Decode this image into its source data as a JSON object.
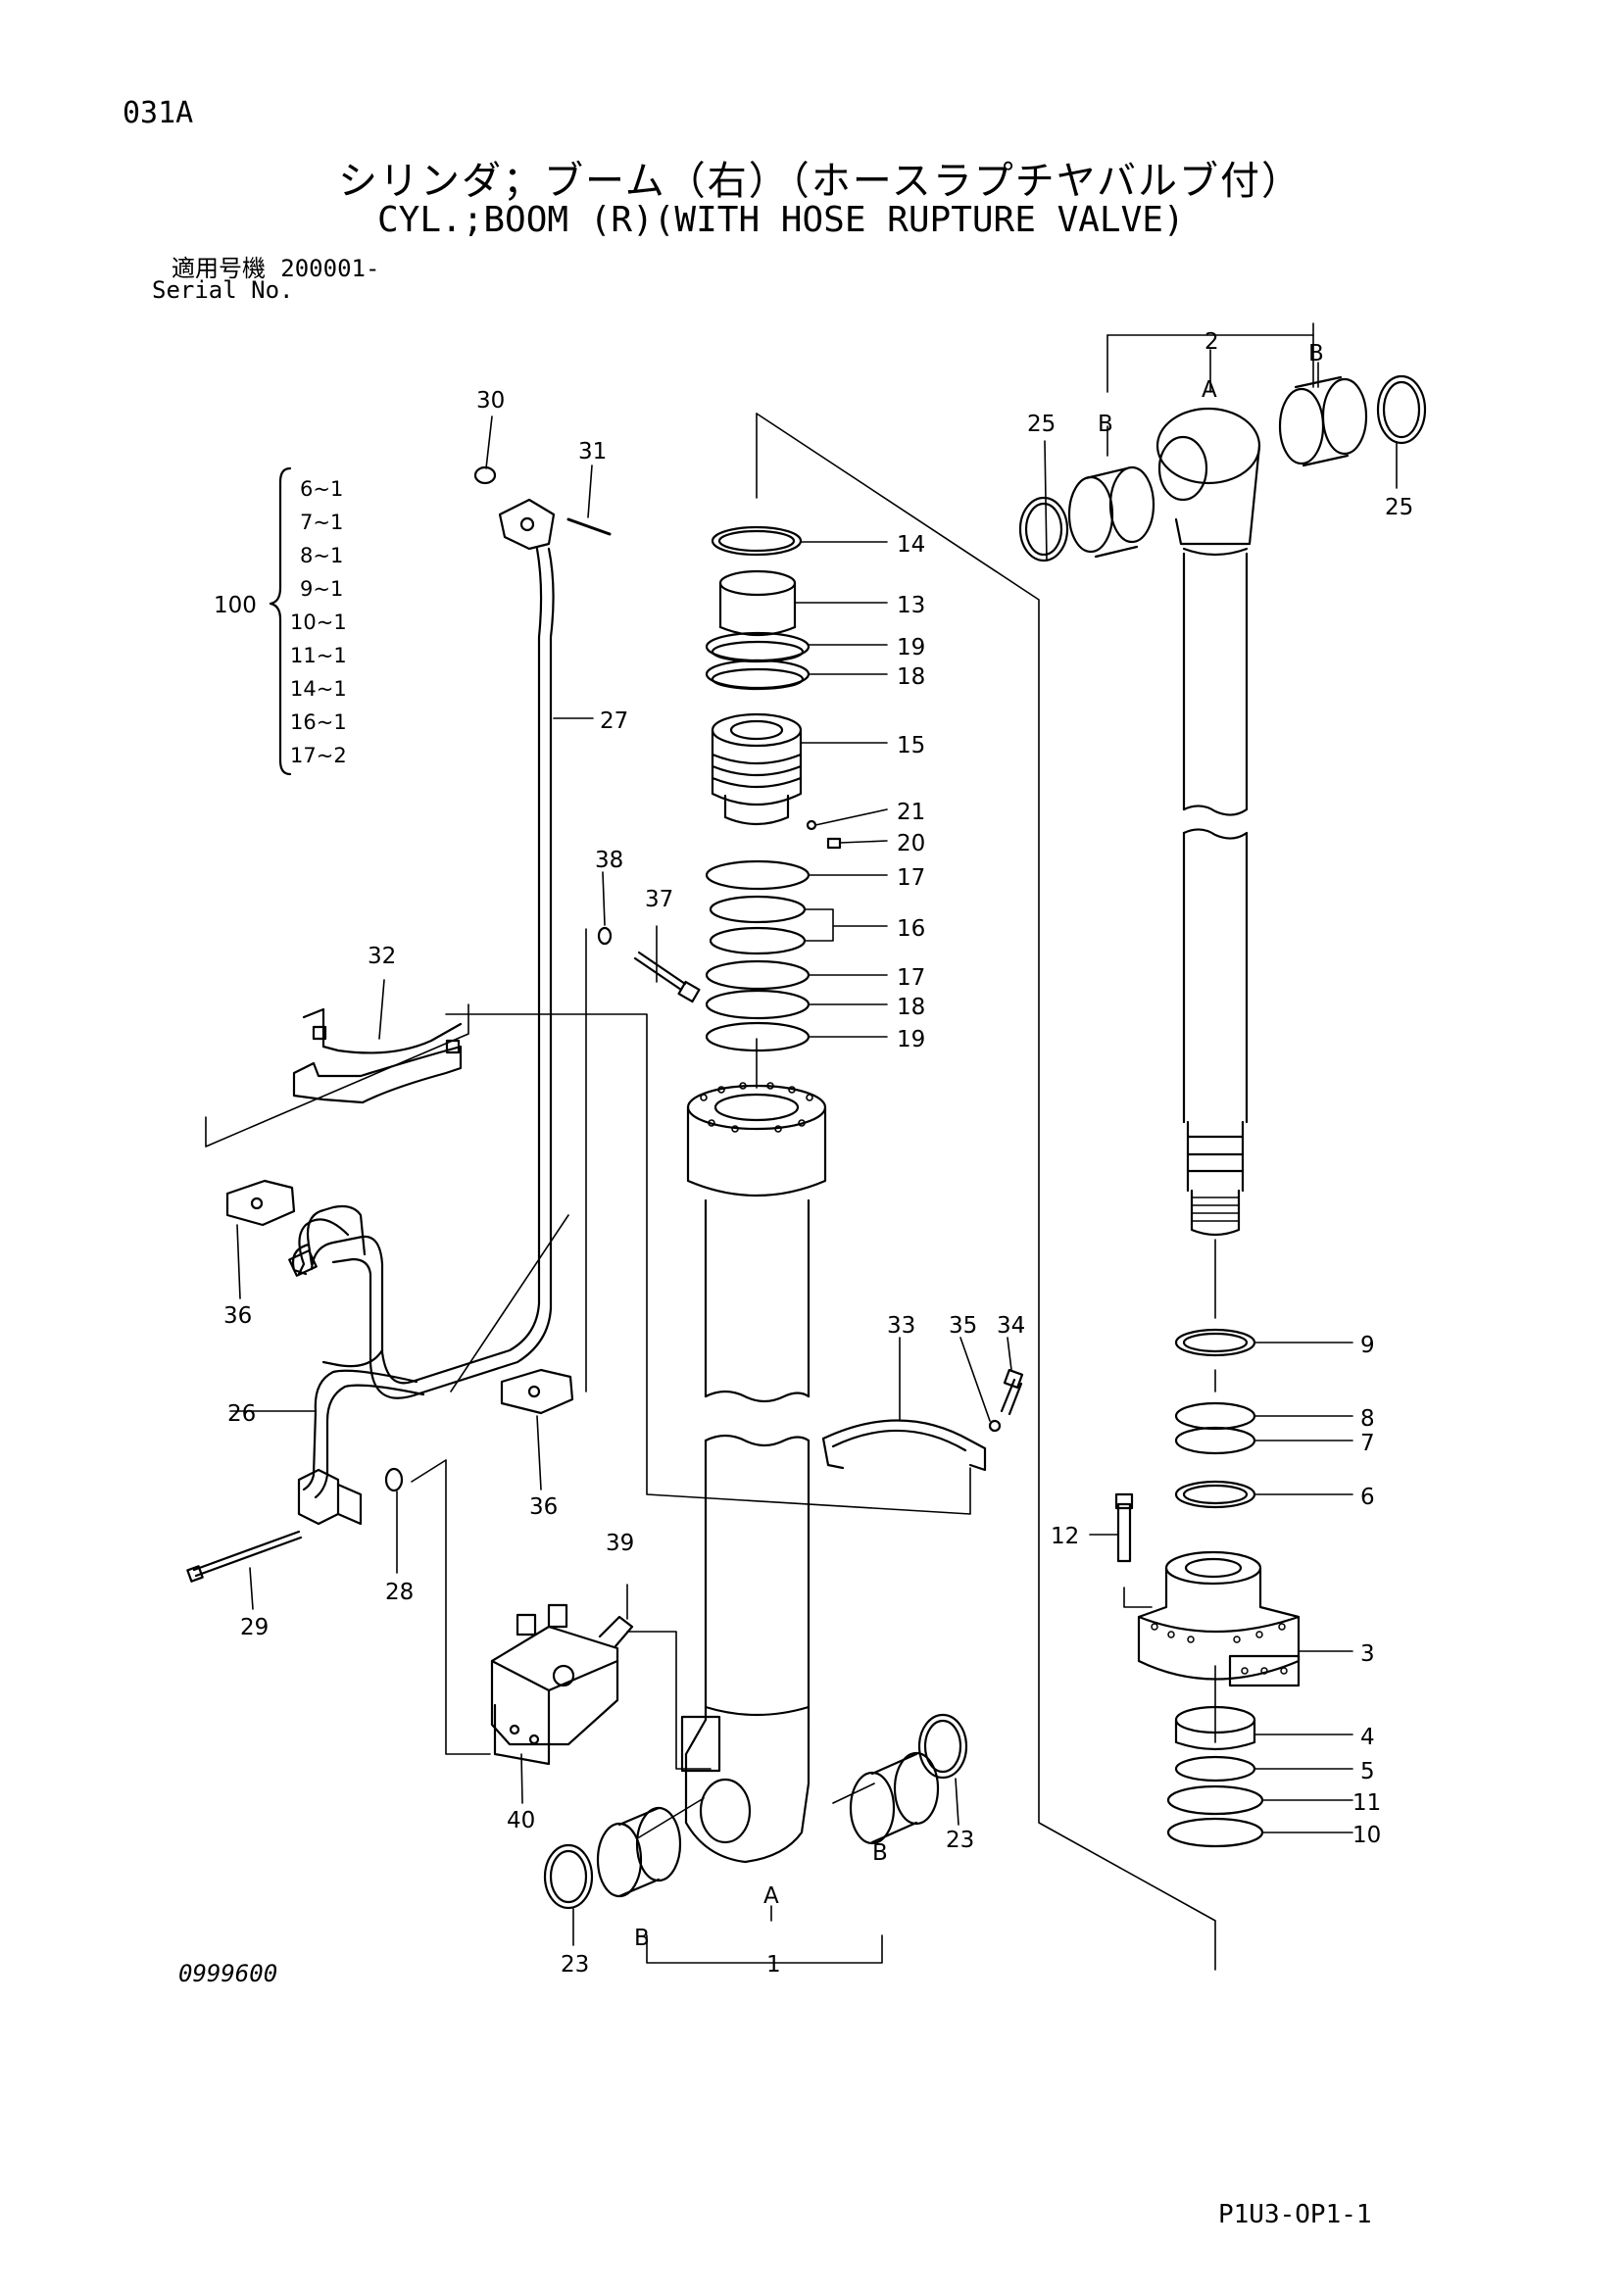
{
  "header": {
    "page_code": "031A",
    "title_jp": "シリンダ；ブーム（右）（ホースラプチヤバルブ付）",
    "title_en": "CYL.;BOOM (R)(WITH HOSE RUPTURE VALVE)",
    "serial_label_jp": "適用号機",
    "serial_value": "200001-",
    "serial_label_en": "Serial No."
  },
  "footer": {
    "reference_code": "0999600",
    "sheet_code": "P1U3-OP1-1"
  },
  "kit": {
    "number": "100",
    "items": [
      "6~1",
      "7~1",
      "8~1",
      "9~1",
      "10~1",
      "11~1",
      "14~1",
      "16~1",
      "17~2"
    ]
  },
  "callouts": {
    "c1": "1",
    "c2": "2",
    "c3": "3",
    "c4": "4",
    "c5": "5",
    "c6": "6",
    "c7": "7",
    "c8": "8",
    "c9": "9",
    "c10": "10",
    "c11": "11",
    "c12": "12",
    "c13": "13",
    "c14": "14",
    "c15": "15",
    "c16": "16",
    "c17a": "17",
    "c17b": "17",
    "c18a": "18",
    "c18b": "18",
    "c19a": "19",
    "c19b": "19",
    "c20": "20",
    "c21": "21",
    "c23a": "23",
    "c23b": "23",
    "c25a": "25",
    "c25b": "25",
    "c26": "26",
    "c27": "27",
    "c28": "28",
    "c29": "29",
    "c30": "30",
    "c31": "31",
    "c32": "32",
    "c33": "33",
    "c34": "34",
    "c35": "35",
    "c36a": "36",
    "c36b": "36",
    "c37": "37",
    "c38": "38",
    "c39": "39",
    "c40": "40"
  },
  "sub_labels": {
    "a_top": "A",
    "b_top_left": "B",
    "b_top_right": "B",
    "a_bottom": "A",
    "b_bottom_left": "B",
    "b_bottom_right": "B"
  }
}
